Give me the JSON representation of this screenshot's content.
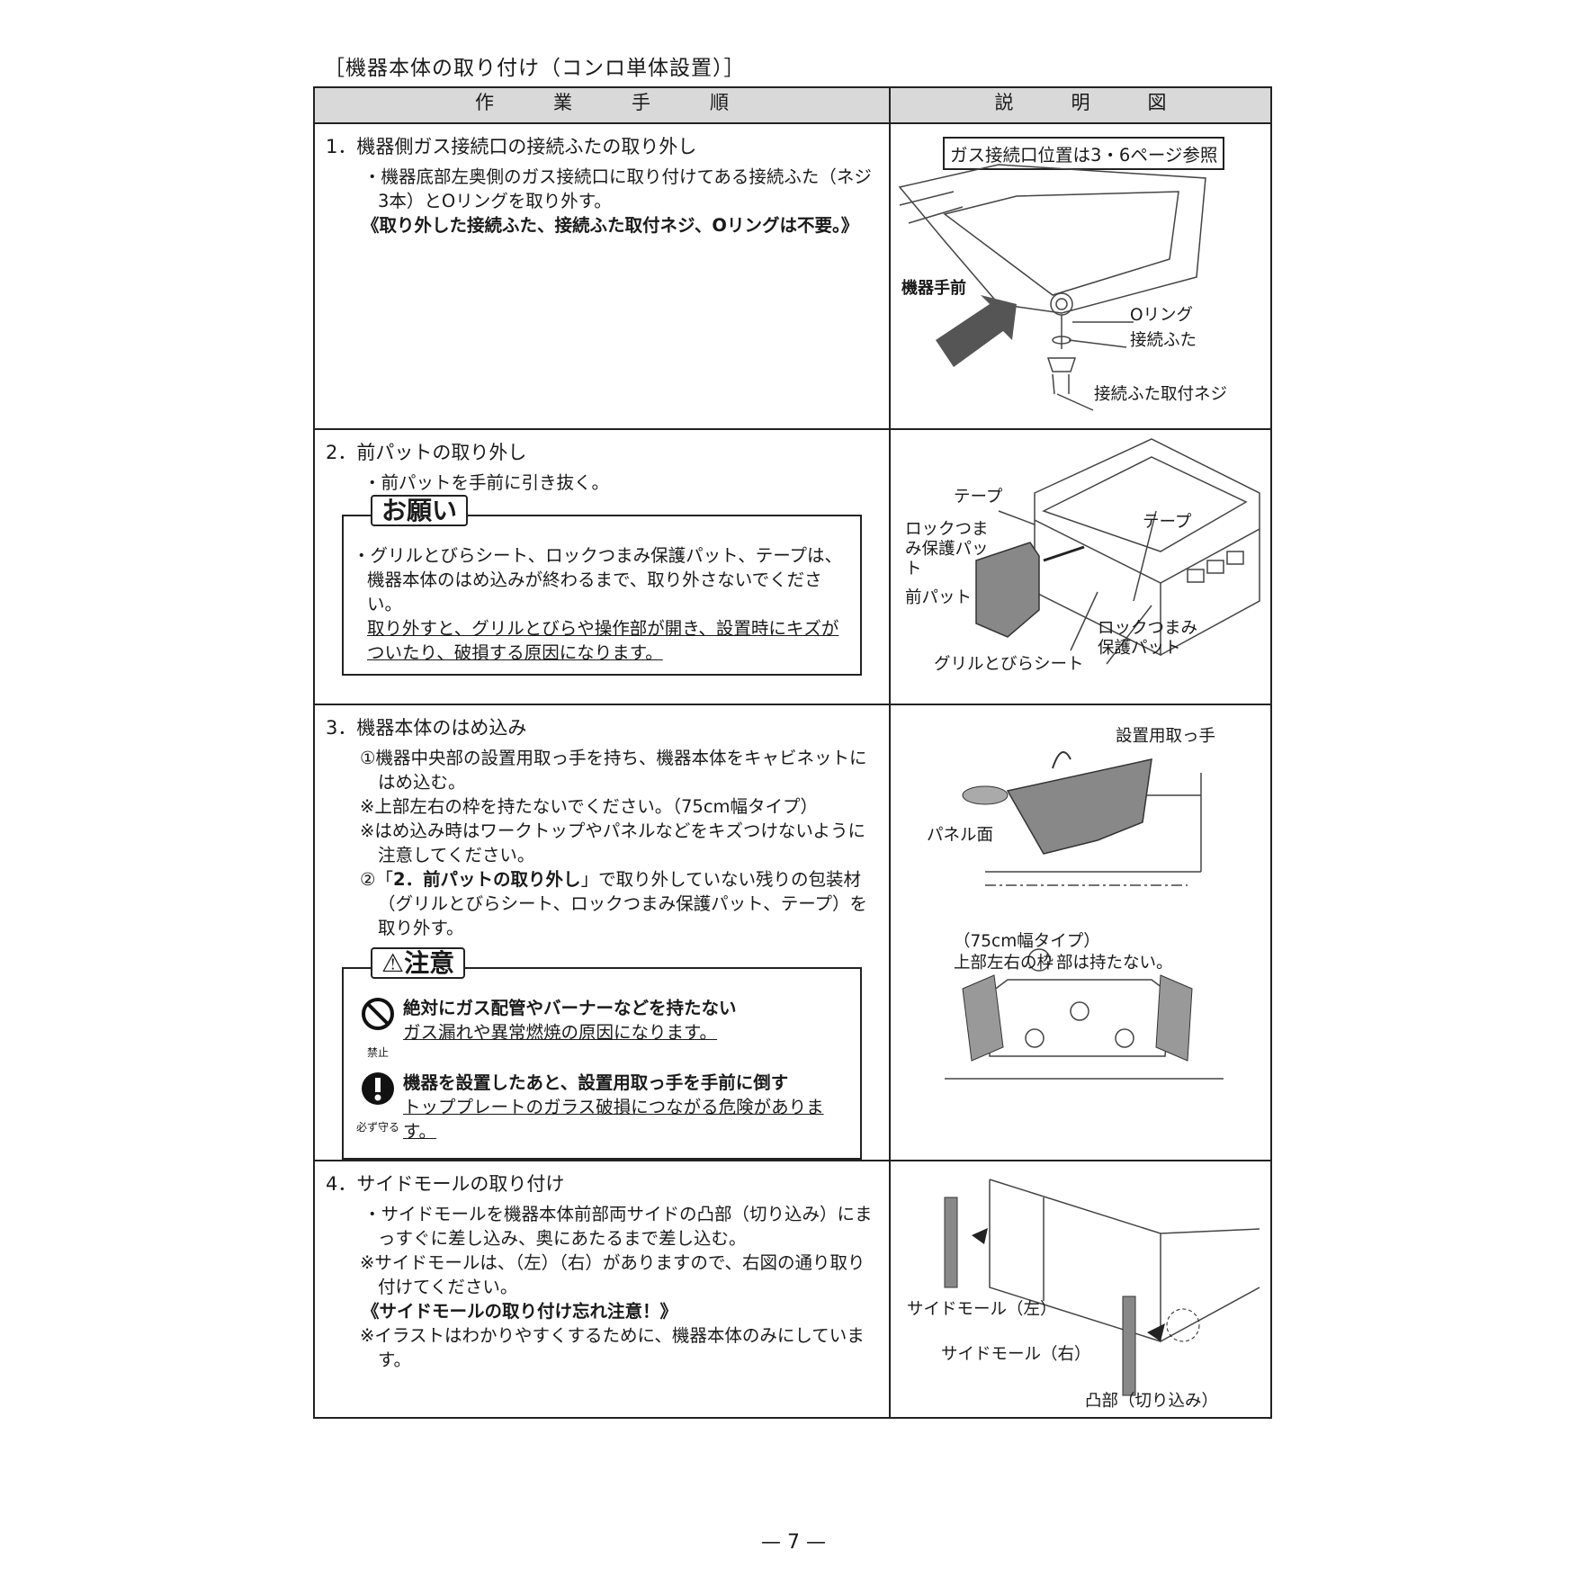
{
  "doc_title": "［機器本体の取り付け（コンロ単体設置）］",
  "header": {
    "left": "作業手順",
    "right": "説明図"
  },
  "step1": {
    "title": "1．機器側ガス接続口の接続ふたの取り外し",
    "bullet": "・機器底部左奥側のガス接続口に取り付けてある接続ふた（ネジ3本）とOリングを取り外す。",
    "note": "《取り外した接続ふた、接続ふた取付ネジ、Oリングは不要。》",
    "fig_ref": "ガス接続口位置は3・6ページ参照",
    "fig_front": "機器手前",
    "fig_oring": "Oリング",
    "fig_lid": "接続ふた",
    "fig_screw": "接続ふた取付ネジ"
  },
  "step2": {
    "title": "2．前パットの取り外し",
    "bullet": "・前パットを手前に引き抜く。",
    "request_tag": "お願い",
    "request_text": "・グリルとびらシート、ロックつまみ保護パット、テープは、機器本体のはめ込みが終わるまで、取り外さないでください。",
    "request_warn": "取り外すと、グリルとびらや操作部が開き、設置時にキズがついたり、破損する原因になります。",
    "fig_tape1": "テープ",
    "fig_tape2": "テープ",
    "fig_lockpad": "ロックつまみ保護パット",
    "fig_frontpad": "前パット",
    "fig_lockpad2": "ロックつまみ保護パット",
    "fig_grill": "グリルとびらシート"
  },
  "step3": {
    "title": "3．機器本体のはめ込み",
    "item1": "①機器中央部の設置用取っ手を持ち、機器本体をキャビネットにはめ込む。",
    "note1": "※上部左右の枠を持たないでください。（75cm幅タイプ）",
    "note2": "※はめ込み時はワークトップやパネルなどをキズつけないように注意してください。",
    "item2_a": "②「",
    "item2_b": "2．前パットの取り外し",
    "item2_c": "」で取り外していない残りの包装材（グリルとびらシート、ロックつまみ保護パット、テープ）を取り外す。",
    "caution_tag": "⚠注意",
    "c1_icon": "禁止",
    "c1_head": "絶対にガス配管やバーナーなどを持たない",
    "c1_text": "ガス漏れや異常燃焼の原因になります。",
    "c2_icon": "必ず守る",
    "c2_head": "機器を設置したあと、設置用取っ手を手前に倒す",
    "c2_text": "トッププレートのガラス破損につながる危険があります。",
    "fig_handle": "設置用取っ手",
    "fig_panel": "パネル面",
    "fig_type": "（75cm幅タイプ）",
    "fig_frame_a": "上部左右の枠",
    "fig_frame_b": "部は持たない。"
  },
  "step4": {
    "title": "4．サイドモールの取り付け",
    "bullet": "・サイドモールを機器本体前部両サイドの凸部（切り込み）にまっすぐに差し込み、奥にあたるまで差し込む。",
    "note1": "※サイドモールは、（左）（右）がありますので、右図の通り取り付けてください。",
    "warn": "《サイドモールの取り付け忘れ注意！》",
    "note2": "※イラストはわかりやすくするために、機器本体のみにしています。",
    "fig_left": "サイドモール（左）",
    "fig_right": "サイドモール（右）",
    "fig_notch": "凸部（切り込み）"
  },
  "page_number": "— 7 —"
}
